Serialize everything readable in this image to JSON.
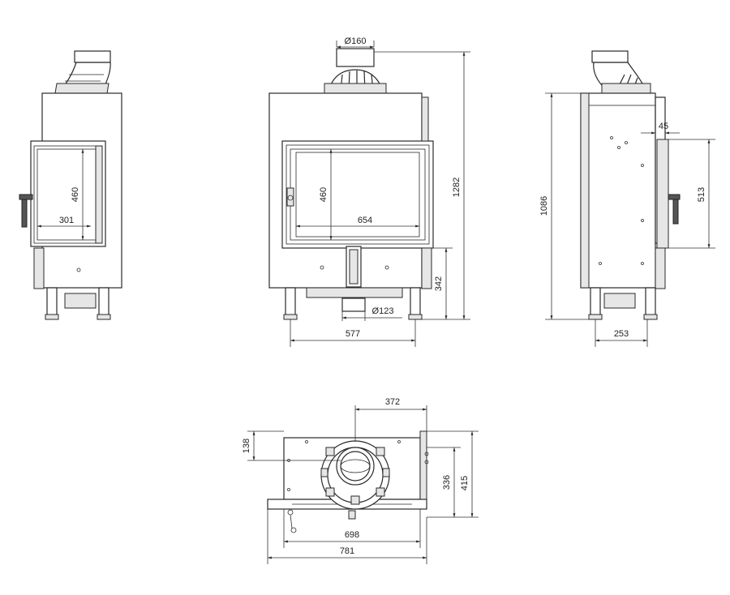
{
  "dimensions": {
    "left_view": {
      "door_height": "460",
      "door_width": "301"
    },
    "front_view": {
      "flue_top": "Ø160",
      "door_height": "460",
      "door_width": "654",
      "total_height": "1282",
      "base_height": "342",
      "air_inlet": "Ø123",
      "base_width": "577"
    },
    "side_view": {
      "offset": "45",
      "glass_height": "513",
      "total_height": "1086",
      "base_depth": "253"
    },
    "top_view": {
      "flue_offset_x": "372",
      "flue_offset_y": "138",
      "body_depth": "336",
      "total_depth": "415",
      "body_width": "698",
      "total_width": "781"
    }
  },
  "colors": {
    "line": "#2a2a2a",
    "background": "#ffffff"
  }
}
